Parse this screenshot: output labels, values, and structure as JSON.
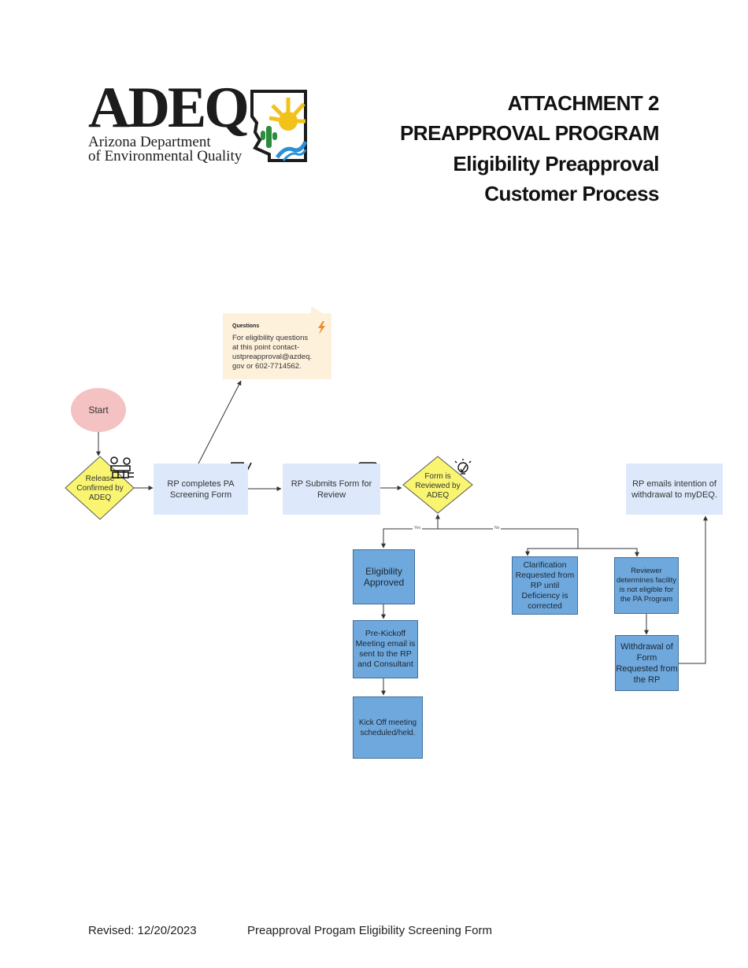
{
  "header": {
    "logo_text": "ADEQ",
    "logo_sub_line1": "Arizona Department",
    "logo_sub_line2": "of Environmental Quality",
    "title_line1": "ATTACHMENT 2",
    "title_line2": "PREAPPROVAL PROGRAM",
    "title_line3": "Eligibility Preapproval",
    "title_line4": "Customer Process"
  },
  "diagram": {
    "note": {
      "title": "Questions",
      "body": "For eligibility questions at this point contact-ustpreapproval@azdeq.gov or 602-7714562."
    },
    "start": "Start",
    "release": "Release Confirmed by ADEQ",
    "rp_completes": "RP completes PA Screening Form",
    "rp_submits": "RP Submits Form for Review",
    "form_reviewed": "Form is Reviewed by ADEQ",
    "rp_emails": "RP emails intention of withdrawal to myDEQ.",
    "yes_label": "Yes",
    "no_label": "No",
    "eligibility_approved": "Eligibility Approved",
    "pre_kickoff": "Pre-Kickoff Meeting email is sent to the RP and Consultant",
    "kickoff": "Kick Off meeting scheduled/held.",
    "clarification": "Clarification Requested from RP until Deficiency is corrected",
    "reviewer_determines": "Reviewer determines facility is not eligible for the PA Program",
    "withdrawal": "Withdrawal of Form Requested from the RP"
  },
  "footer": {
    "revised": "Revised: 12/20/2023",
    "form_name": "Preapproval Progam Eligibility Screening Form"
  },
  "colors": {
    "start_fill": "#f4c2c2",
    "diamond_fill": "#f9f571",
    "light_box": "#dde9fb",
    "blue_box": "#6fa8dc",
    "note_fill": "#fdf1dc",
    "note_icon": "#f08a2a"
  }
}
